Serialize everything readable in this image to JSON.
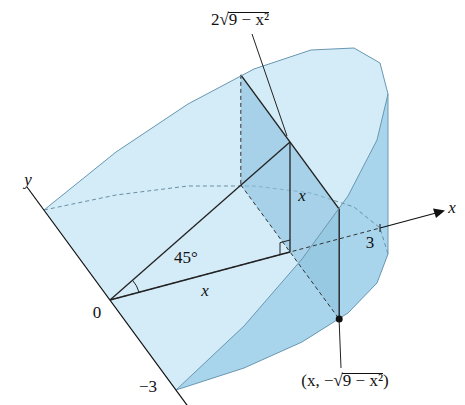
{
  "diagram": {
    "labels": [
      "2√9 − x²",
      "y",
      "x",
      "45°",
      "x",
      "x",
      "0",
      "3",
      "−3",
      "(x, −√9 − x²)"
    ]
  }
}
